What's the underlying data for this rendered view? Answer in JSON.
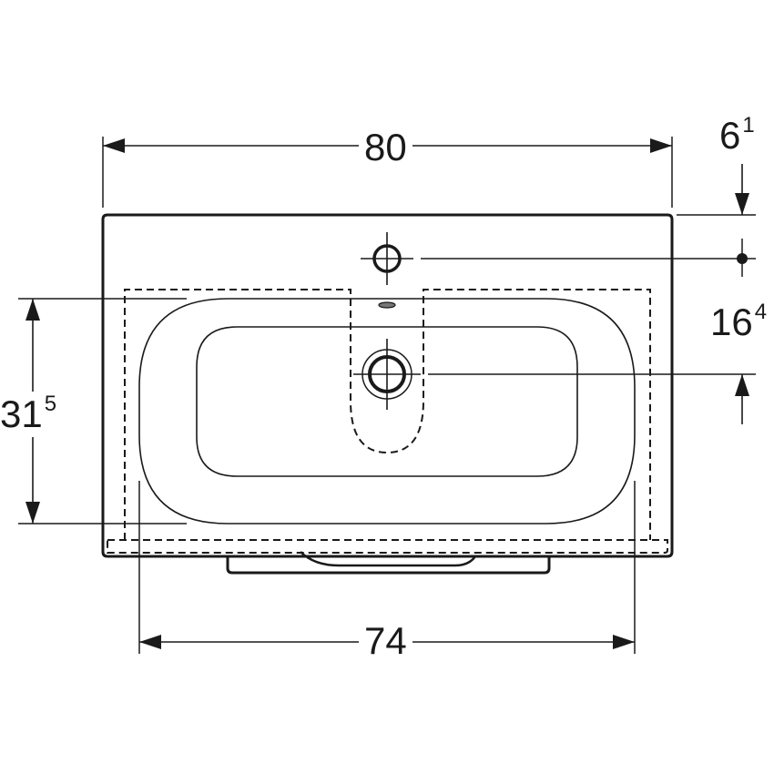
{
  "drawing": {
    "subject": "washbasin plan view",
    "line_color": "#1a1a1a",
    "background": "#ffffff"
  },
  "dimensions": {
    "overall_width": {
      "main": "80",
      "sup": ""
    },
    "basin_width": {
      "main": "74",
      "sup": ""
    },
    "basin_depth": {
      "main": "31",
      "sup": "5"
    },
    "tap_hole_offset": {
      "main": "6",
      "sup": "1"
    },
    "tap_to_drain": {
      "main": "16",
      "sup": "4"
    }
  }
}
